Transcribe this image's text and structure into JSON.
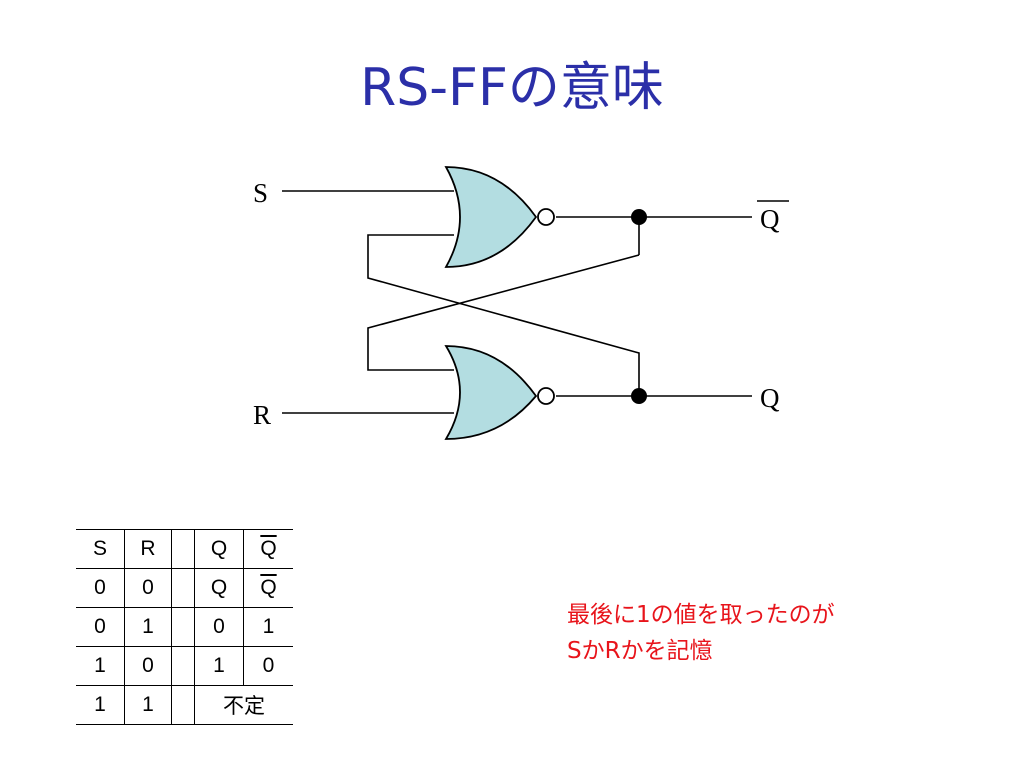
{
  "title": "RS-FFの意味",
  "circuit": {
    "input_s": "S",
    "input_r": "R",
    "output_qbar": "Q",
    "output_q": "Q",
    "gate_type": "NOR",
    "gate_fill": "#b3dde1"
  },
  "truth_table": {
    "headers": [
      "S",
      "R",
      "",
      "Q",
      "Q"
    ],
    "rows": [
      [
        "0",
        "0",
        "",
        "Q",
        "Q"
      ],
      [
        "0",
        "1",
        "",
        "0",
        "1"
      ],
      [
        "1",
        "0",
        "",
        "1",
        "0"
      ],
      [
        "1",
        "1",
        "",
        "不定",
        ""
      ]
    ]
  },
  "note": {
    "line1": "最後に1の値を取ったのが",
    "line2": "SかRかを記憶"
  },
  "colors": {
    "title": "#2b2fa8",
    "note": "#e8141b",
    "gate": "#b3dde1"
  }
}
